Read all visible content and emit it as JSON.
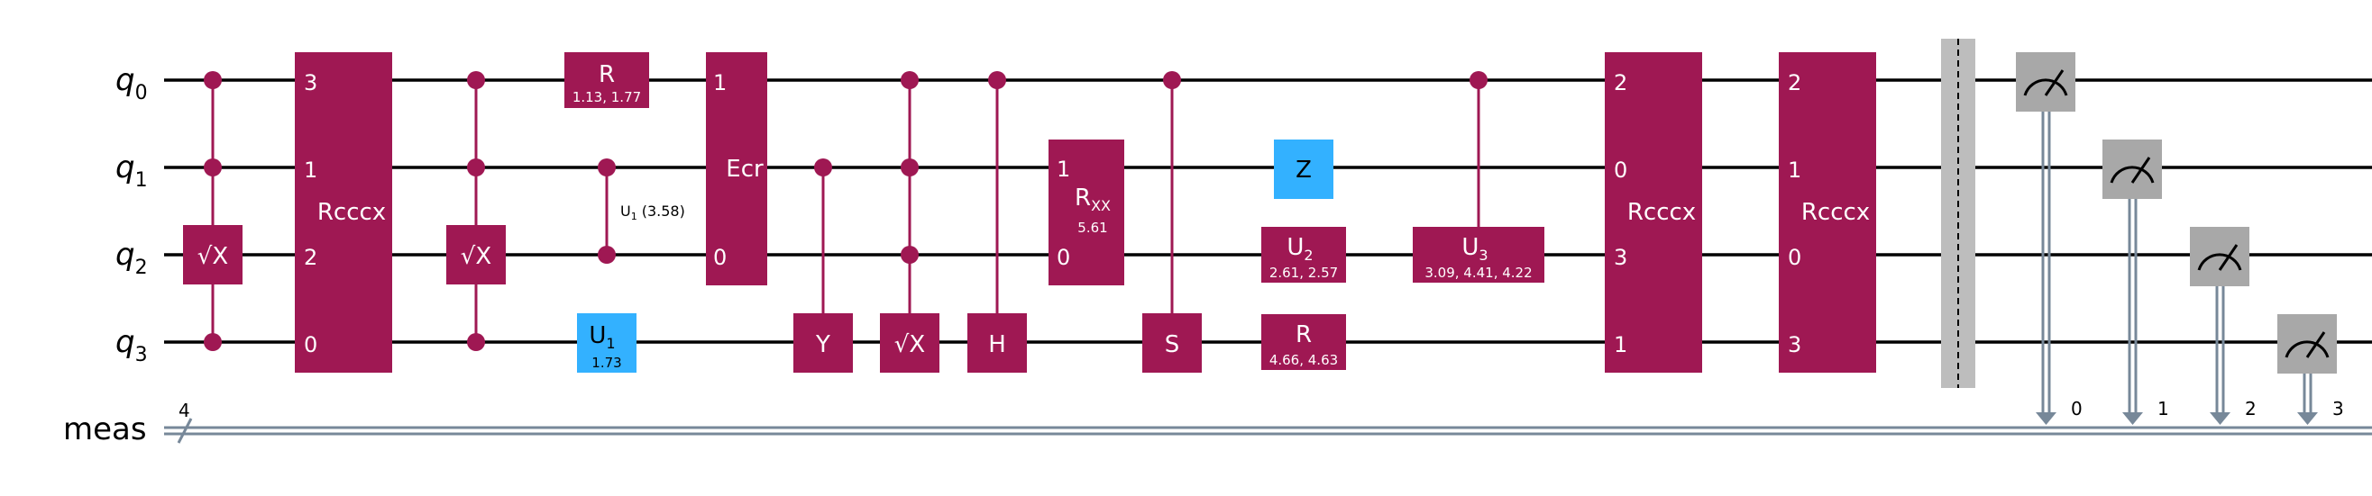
{
  "colors": {
    "gate": "#9f1853",
    "pauli": "#33b1ff",
    "measure": "#a8a8a8",
    "barrier": "#bdbdbd",
    "wire": "#000000",
    "classical": "#778899"
  },
  "qubits": [
    {
      "name": "q",
      "index": "0"
    },
    {
      "name": "q",
      "index": "1"
    },
    {
      "name": "q",
      "index": "2"
    },
    {
      "name": "q",
      "index": "3"
    }
  ],
  "classical_register": {
    "name": "meas",
    "size": "4"
  },
  "gates": {
    "sx1_label": "√X",
    "rcccx1": {
      "label": "Rcccx",
      "ports": [
        "3",
        "1",
        "2",
        "0"
      ]
    },
    "sx2_label": "√X",
    "r1": {
      "label": "R",
      "params": "1.13, 1.77"
    },
    "u1_ctrl_label": "U",
    "u1_ctrl_sub": "1",
    "u1_ctrl_param": "(3.58)",
    "u1": {
      "label": "U",
      "sub": "1",
      "params": "1.73"
    },
    "ecr": {
      "label": "Ecr",
      "ports": [
        "1",
        "0"
      ]
    },
    "cy_label": "Y",
    "csx_label": "√X",
    "ch_label": "H",
    "rxx": {
      "label": "R",
      "sub": "XX",
      "params": "5.61",
      "ports": [
        "1",
        "0"
      ]
    },
    "cs_label": "S",
    "z_label": "Z",
    "u2": {
      "label": "U",
      "sub": "2",
      "params": "2.61, 2.57"
    },
    "r2": {
      "label": "R",
      "params": "4.66, 4.63"
    },
    "u3": {
      "label": "U",
      "sub": "3",
      "params": "3.09, 4.41, 4.22"
    },
    "rcccx2": {
      "label": "Rcccx",
      "ports": [
        "2",
        "0",
        "3",
        "1"
      ]
    },
    "rcccx3": {
      "label": "Rcccx",
      "ports": [
        "2",
        "1",
        "0",
        "3"
      ]
    }
  },
  "measurements": [
    "0",
    "1",
    "2",
    "3"
  ]
}
